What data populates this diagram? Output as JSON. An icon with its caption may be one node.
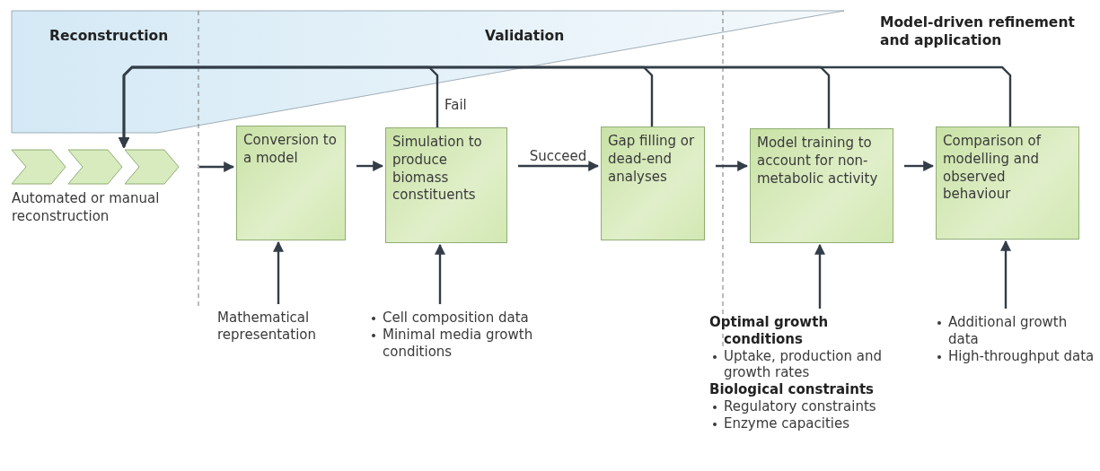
{
  "diagram": {
    "nodes": [
      {
        "text": [],
        "shape": "chevron",
        "beside": [
          "Automated or manual reconstruction"
        ]
      },
      {
        "text": [
          "Conversion to a model"
        ]
      },
      {
        "text": [
          "Simulation to produce biomass constituents"
        ]
      },
      {
        "text": [
          "Gap filling or dead-end analyses"
        ]
      },
      {
        "text": [
          "Model training to account for non-metabolic activity"
        ]
      },
      {
        "text": [
          "Comparison of modelling and observed behaviour"
        ]
      },
      {
        "text": [
          "Mathematical representation"
        ]
      },
      {
        "text": [
          "Cell composition data",
          "Minimal media growth conditions"
        ]
      },
      {
        "text": [
          "Optimal growth conditions",
          "Uptake, production and growth rates",
          "Biological constraints",
          "Regulatory constraints",
          "Enzyme capacities"
        ]
      },
      {
        "text": [
          "Additional growth data",
          "High-throughput data"
        ]
      }
    ],
    "edges": [
      {
        "from": 0,
        "to": 1,
        "arrow": "to"
      },
      {
        "from": 1,
        "to": 2,
        "arrow": "to"
      },
      {
        "from": 2,
        "to": 3,
        "arrow": "to",
        "label": "Succeed"
      },
      {
        "from": 3,
        "to": 4,
        "arrow": "to"
      },
      {
        "from": 4,
        "to": 5,
        "arrow": "to"
      },
      {
        "from": 2,
        "to": 0,
        "arrow": "to",
        "label": "Fail"
      },
      {
        "from": 3,
        "to": 0,
        "arrow": "to"
      },
      {
        "from": 4,
        "to": 0,
        "arrow": "to"
      },
      {
        "from": 5,
        "to": 0,
        "arrow": "to"
      },
      {
        "from": 6,
        "to": 1,
        "arrow": "to"
      },
      {
        "from": 7,
        "to": 2,
        "arrow": "to"
      },
      {
        "from": 8,
        "to": 4,
        "arrow": "to"
      },
      {
        "from": 9,
        "to": 5,
        "arrow": "to"
      }
    ],
    "labels": [
      "Reconstruction",
      "Validation",
      "Model-driven refinement and application"
    ]
  }
}
